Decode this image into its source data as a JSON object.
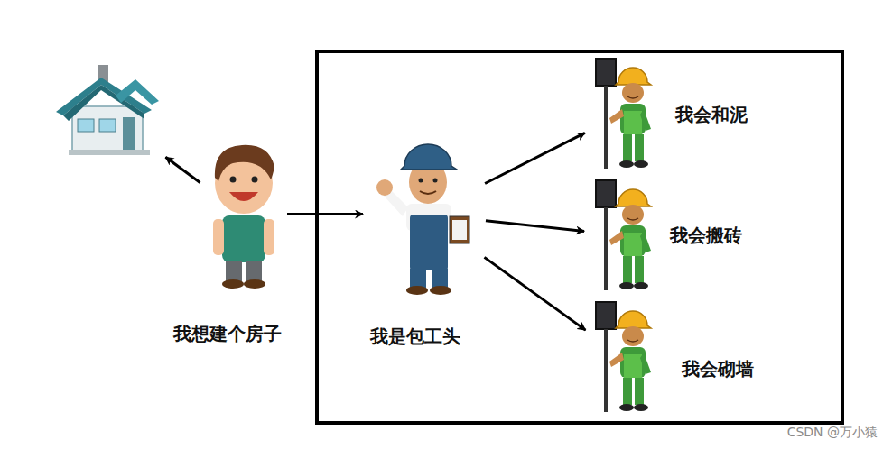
{
  "diagram": {
    "nodes": [
      {
        "text": []
      },
      {
        "text": [
          "我想建个房子"
        ]
      },
      {
        "text": []
      },
      {
        "text": [
          "我是包工头"
        ],
        "in": 2
      },
      {
        "text": [
          "我会和泥"
        ],
        "in": 2
      },
      {
        "text": [
          "我会搬砖"
        ],
        "in": 2
      },
      {
        "text": [
          "我会砌墙"
        ],
        "in": 2
      }
    ],
    "edges": [
      {
        "from": 1,
        "to": 0,
        "arrow": "to"
      },
      {
        "from": 1,
        "to": 3,
        "arrow": "to"
      },
      {
        "from": 3,
        "to": 4,
        "arrow": "to"
      },
      {
        "from": 3,
        "to": 5,
        "arrow": "to"
      },
      {
        "from": 3,
        "to": 6,
        "arrow": "to"
      }
    ],
    "labels": [
      "CSDN @万小猿"
    ]
  }
}
